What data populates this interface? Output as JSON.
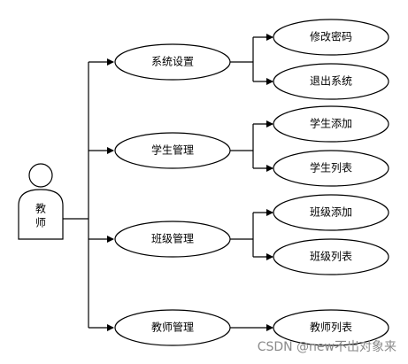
{
  "diagram": {
    "actor": {
      "label_line1": "教",
      "label_line2": "师"
    },
    "modules": [
      {
        "label": "系统设置",
        "children": [
          "修改密码",
          "退出系统"
        ]
      },
      {
        "label": "学生管理",
        "children": [
          "学生添加",
          "学生列表"
        ]
      },
      {
        "label": "班级管理",
        "children": [
          "班级添加",
          "班级列表"
        ]
      },
      {
        "label": "教师管理",
        "children": [
          "教师列表"
        ]
      }
    ],
    "colors": {
      "stroke": "#000000",
      "fill": "#ffffff",
      "watermark": "#8a8a8a"
    }
  },
  "watermark": {
    "text": "CSDN @new不出对象来"
  }
}
